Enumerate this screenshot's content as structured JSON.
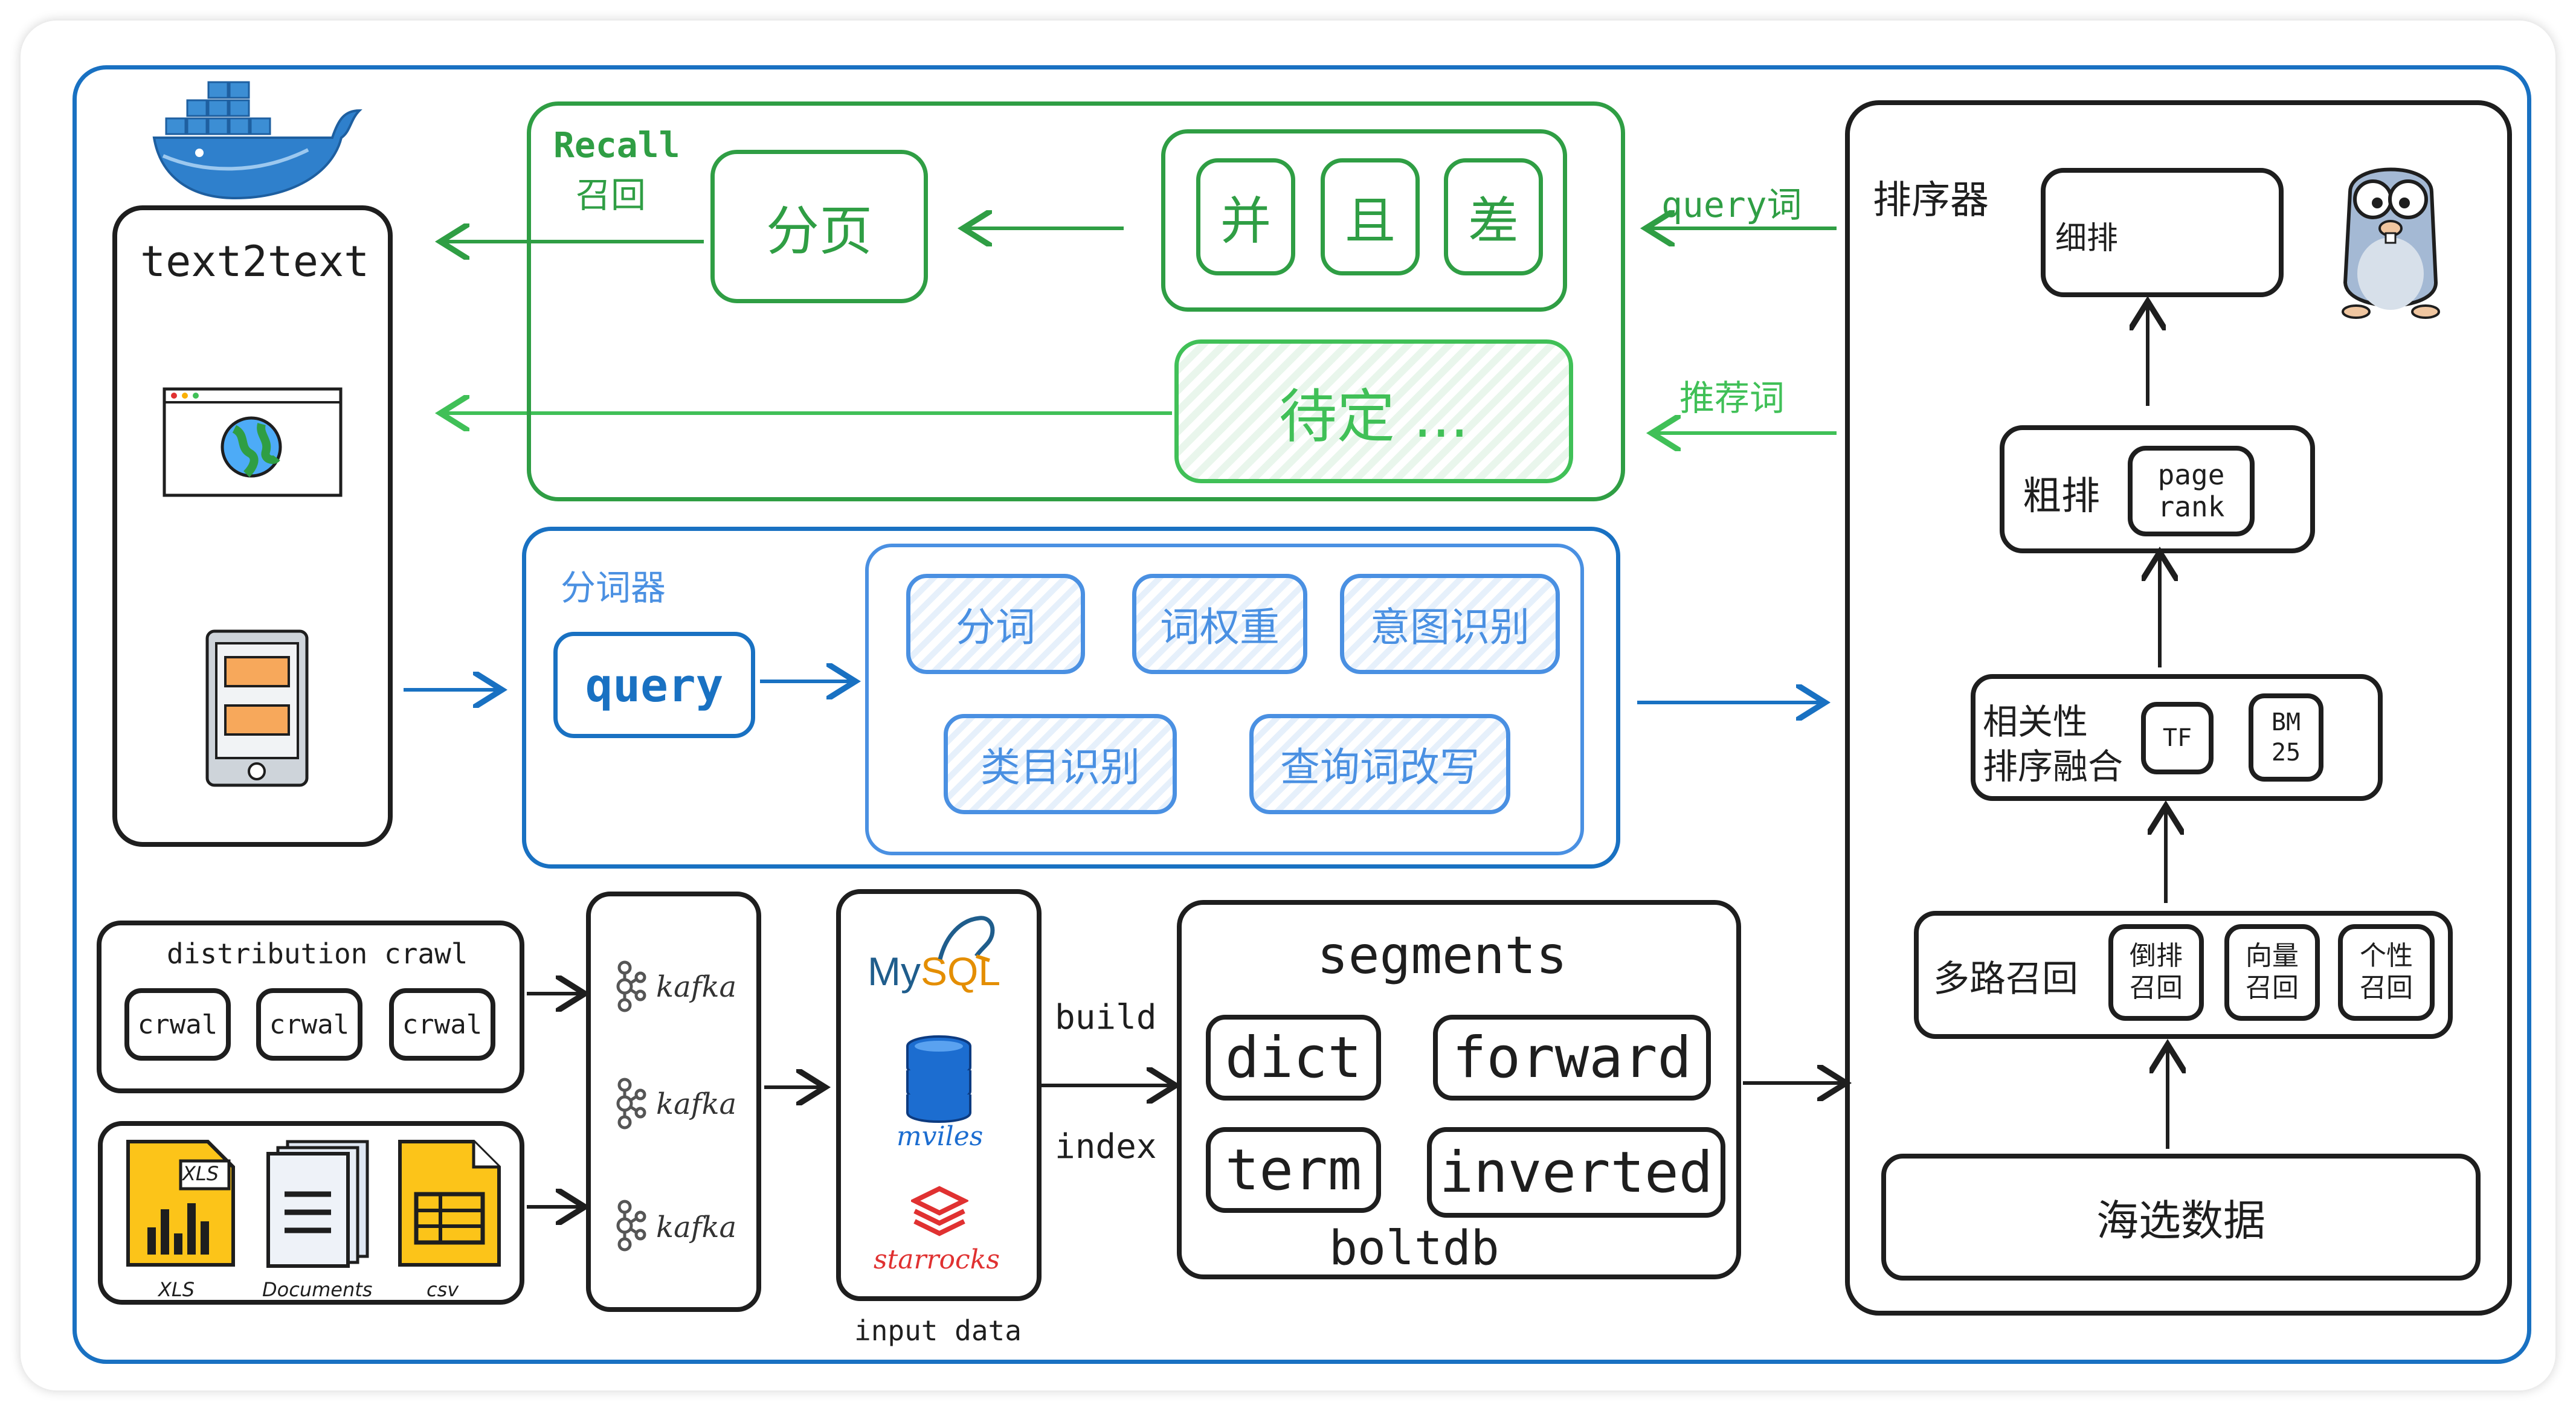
{
  "recall": {
    "title_en": "Recall",
    "title_zh": "召回",
    "paging": "分页",
    "and_chars": [
      "并",
      "且",
      "差"
    ],
    "pending": "待定 ..."
  },
  "text2text": {
    "title": "text2text"
  },
  "tokenizer": {
    "title": "分词器",
    "query": "query",
    "items": [
      "分词",
      "词权重",
      "意图识别",
      "类目识别",
      "查询词改写"
    ]
  },
  "ranker": {
    "title": "排序器",
    "fine": "细排",
    "coarse": "粗排",
    "pagerank": [
      "page",
      "rank"
    ],
    "relevance": [
      "相关性",
      "排序融合"
    ],
    "tf": "TF",
    "bm25": [
      "BM",
      "25"
    ],
    "multi_recall": "多路召回",
    "recall_types": [
      [
        "倒排",
        "召回"
      ],
      [
        "向量",
        "召回"
      ],
      [
        "个性",
        "召回"
      ]
    ],
    "selection": "海选数据"
  },
  "edges": {
    "query_word": "query词",
    "recommend_word": "推荐词",
    "build": "build",
    "index": "index"
  },
  "crawl": {
    "title": "distribution crawl",
    "items": [
      "crwal",
      "crwal",
      "crwal"
    ]
  },
  "files": {
    "xls_tag": "XLS",
    "labels": [
      "XLS",
      "Documents",
      "csv"
    ]
  },
  "kafka": {
    "labels": [
      "kafka",
      "kafka",
      "kafka"
    ]
  },
  "input_data": {
    "label": "input data",
    "mysql": [
      "My",
      "SQL"
    ],
    "mviles": "mviles",
    "starrocks": "starrocks"
  },
  "segments": {
    "title": "segments",
    "items": [
      "dict",
      "forward",
      "term",
      "inverted"
    ],
    "footer": "boltdb"
  }
}
